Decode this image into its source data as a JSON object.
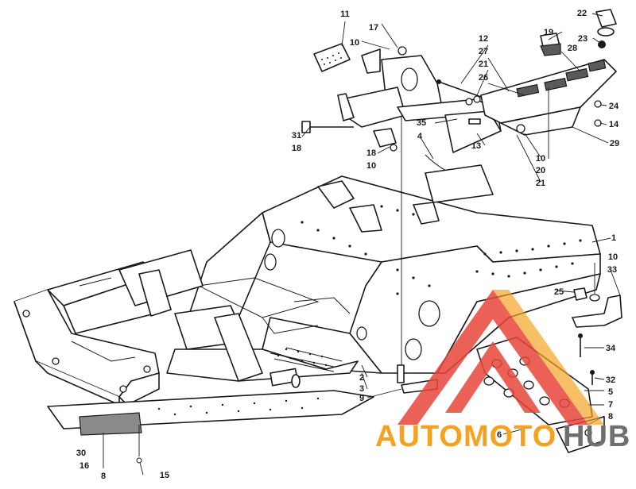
{
  "diagram": {
    "callouts": {
      "c1": "1",
      "c2": "2",
      "c3": "3",
      "c4": "4",
      "c5": "5",
      "c6": "6",
      "c7": "7",
      "c8a": "8",
      "c8b": "8",
      "c9": "9",
      "c10a": "10",
      "c10b": "10",
      "c10c": "10",
      "c10d": "10",
      "c11": "11",
      "c12": "12",
      "c13": "13",
      "c14": "14",
      "c15": "15",
      "c16": "16",
      "c17": "17",
      "c18a": "18",
      "c18b": "18",
      "c19": "19",
      "c20": "20",
      "c21a": "21",
      "c21b": "21",
      "c22": "22",
      "c23": "23",
      "c24": "24",
      "c25": "25",
      "c26": "26",
      "c27": "27",
      "c28": "28",
      "c29": "29",
      "c30": "30",
      "c31": "31",
      "c32": "32",
      "c33": "33",
      "c34": "34",
      "c35": "35"
    }
  },
  "watermark": {
    "text_part1": "AUTOMOTO",
    "text_part2": "HUB",
    "color_red": "#e8463c",
    "color_orange": "#f4a21f",
    "color_gray": "#6f6f6f"
  }
}
